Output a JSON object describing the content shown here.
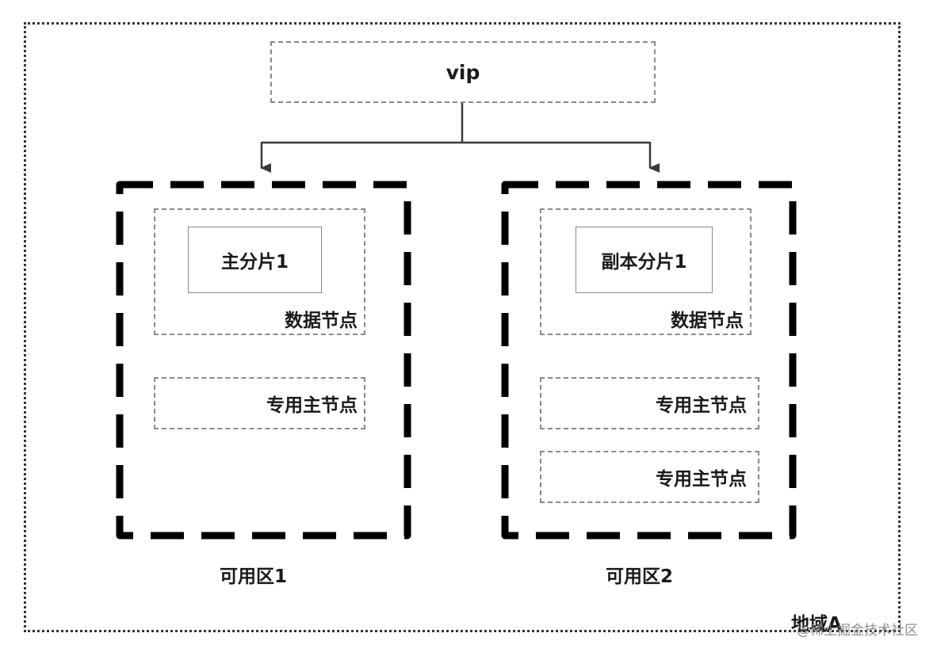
{
  "diagram": {
    "vip": {
      "label": "vip"
    },
    "zones": [
      {
        "label": "可用区1",
        "data_node": {
          "shard": "主分片1",
          "label": "数据节点"
        },
        "master_nodes": [
          "专用主节点"
        ]
      },
      {
        "label": "可用区2",
        "data_node": {
          "shard": "副本分片1",
          "label": "数据节点"
        },
        "master_nodes": [
          "专用主节点",
          "专用主节点"
        ]
      }
    ],
    "region": {
      "label": "地域A"
    }
  },
  "watermark": "@稀土掘金技术社区"
}
